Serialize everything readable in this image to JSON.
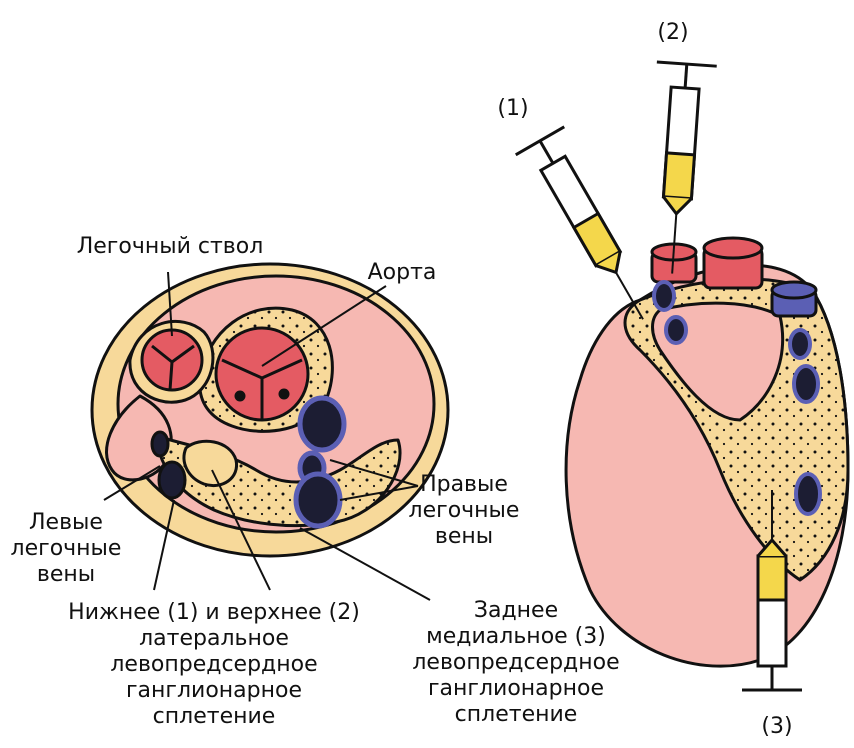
{
  "labels": {
    "pulmonary_trunk": "Легочный ствол",
    "aorta": "Аорта",
    "right_pulmonary_veins": "Правые\nлегочные\nвены",
    "left_pulmonary_veins": "Левые\nлегочные\nвены",
    "lateral_plexus": "Нижнее (1) и верхнее (2)\nлатеральное\nлевопредсердное\nганглионарное\nсплетение",
    "posteromedial_plexus": "Заднее\nмедиальное (3)\nлевопредсердное\nганглионарное\nсплетение",
    "syringe_1": "(1)",
    "syringe_2": "(2)",
    "syringe_3": "(3)"
  },
  "colors": {
    "myocardium": "#f6b8b2",
    "fat": "#f7d99a",
    "vessel_red": "#e45b63",
    "vein_blue": "#5b5fb4",
    "vein_dark": "#1c1d33",
    "syringe_yellow": "#f4d74b",
    "outline": "#111111"
  }
}
